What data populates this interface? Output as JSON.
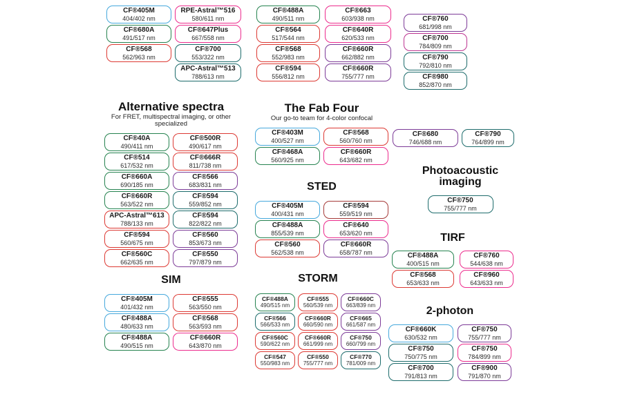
{
  "palette": {
    "blue": "#45A8DC",
    "green": "#25824F",
    "teal": "#1C6B6B",
    "red": "#DC3832",
    "darkred": "#A53A38",
    "pink": "#EC2A8C",
    "purple": "#7C3A97",
    "magenta": "#BC3390"
  },
  "groups": {
    "top1": {
      "columns": [
        [
          {
            "name": "CF®405M",
            "ex_em": "404/402 nm",
            "color": "blue"
          },
          {
            "name": "CF®680A",
            "ex_em": "491/517 nm",
            "color": "green"
          },
          {
            "name": "CF®568",
            "ex_em": "562/963 nm",
            "color": "red"
          }
        ]
      ]
    },
    "top2": {
      "columns": [
        [
          {
            "name": "RPE-Astral™516",
            "ex_em": "580/611 nm",
            "color": "pink"
          },
          {
            "name": "CF®647Plus",
            "ex_em": "667/558 nm",
            "color": "pink"
          },
          {
            "name": "CF®700",
            "ex_em": "553/322 nm",
            "color": "teal"
          },
          {
            "name": "APC-Astral™513",
            "ex_em": "788/613 nm",
            "color": "teal"
          }
        ]
      ]
    },
    "top3": {
      "columns": [
        [
          {
            "name": "CF®488A",
            "ex_em": "490/511 nm",
            "color": "green"
          },
          {
            "name": "CF®564",
            "ex_em": "517/544 nm",
            "color": "red"
          },
          {
            "name": "CF®568",
            "ex_em": "552/983 nm",
            "color": "red"
          },
          {
            "name": "CF®594",
            "ex_em": "556/812 nm",
            "color": "red"
          }
        ]
      ]
    },
    "top4": {
      "columns": [
        [
          {
            "name": "CF®663",
            "ex_em": "603/938 nm",
            "color": "pink"
          },
          {
            "name": "CF®640R",
            "ex_em": "620/533 nm",
            "color": "pink"
          },
          {
            "name": "CF®660R",
            "ex_em": "662/882 nm",
            "color": "purple"
          },
          {
            "name": "CF®660R",
            "ex_em": "755/777 nm",
            "color": "purple"
          }
        ]
      ]
    },
    "top5": {
      "columns": [
        [
          {
            "name": "CF®760",
            "ex_em": "681/998 nm",
            "color": "purple"
          },
          {
            "name": "CF®700",
            "ex_em": "784/809 nm",
            "color": "magenta"
          },
          {
            "name": "CF®790",
            "ex_em": "792/810 nm",
            "color": "teal"
          },
          {
            "name": "CF®980",
            "ex_em": "852/870 nm",
            "color": "teal"
          }
        ]
      ]
    },
    "alt": {
      "title": "Alternative spectra",
      "subtitle": "For FRET, multispectral imaging, or other specialized",
      "columns": [
        [
          {
            "name": "CF®40A",
            "ex_em": "490/411 nm",
            "color": "green"
          },
          {
            "name": "CF®514",
            "ex_em": "617/532 nm",
            "color": "green"
          },
          {
            "name": "CF®660A",
            "ex_em": "690/185 nm",
            "color": "green"
          },
          {
            "name": "CF®660R",
            "ex_em": "563/522 nm",
            "color": "green"
          },
          {
            "name": "APC-Astral™613",
            "ex_em": "788/133 nm",
            "color": "red"
          },
          {
            "name": "CF®594",
            "ex_em": "560/675 nm",
            "color": "red"
          },
          {
            "name": "CF®560C",
            "ex_em": "662/635 nm",
            "color": "red"
          }
        ],
        [
          {
            "name": "CF®500R",
            "ex_em": "490/617 nm",
            "color": "red"
          },
          {
            "name": "CF®666R",
            "ex_em": "811/738 nm",
            "color": "red"
          },
          {
            "name": "CF®566",
            "ex_em": "683/831 nm",
            "color": "purple"
          },
          {
            "name": "CF®594",
            "ex_em": "559/852 nm",
            "color": "teal"
          },
          {
            "name": "CF®594",
            "ex_em": "822/822 nm",
            "color": "teal"
          },
          {
            "name": "CF®560",
            "ex_em": "853/673 nm",
            "color": "purple"
          },
          {
            "name": "CF®550",
            "ex_em": "797/879 nm",
            "color": "purple"
          }
        ]
      ]
    },
    "fab": {
      "title": "The Fab Four",
      "subtitle": "Our go-to team for 4-color confocal",
      "columns": [
        [
          {
            "name": "CF®403M",
            "ex_em": "400/527 nm",
            "color": "blue"
          },
          {
            "name": "CF®468A",
            "ex_em": "560/925 nm",
            "color": "green"
          }
        ],
        [
          {
            "name": "CF®568",
            "ex_em": "560/760 nm",
            "color": "red"
          },
          {
            "name": "CF®660R",
            "ex_em": "643/682 nm",
            "color": "pink"
          }
        ]
      ]
    },
    "sted": {
      "title": "STED",
      "columns": [
        [
          {
            "name": "CF®405M",
            "ex_em": "400/431 nm",
            "color": "blue"
          },
          {
            "name": "CF®488A",
            "ex_em": "855/539 nm",
            "color": "green"
          },
          {
            "name": "CF®560",
            "ex_em": "562/538 nm",
            "color": "red"
          }
        ],
        [
          {
            "name": "CF®594",
            "ex_em": "559/519 nm",
            "color": "darkred"
          },
          {
            "name": "CF®640",
            "ex_em": "653/620 nm",
            "color": "pink"
          },
          {
            "name": "CF®660R",
            "ex_em": "658/787 nm",
            "color": "purple"
          }
        ]
      ]
    },
    "pair": {
      "columns": [
        [
          {
            "name": "CF®680",
            "ex_em": "746/688 nm",
            "color": "purple"
          }
        ],
        [
          {
            "name": "CF®790",
            "ex_em": "764/899 nm",
            "color": "teal"
          }
        ]
      ]
    },
    "photo": {
      "title": "Photoacoustic imaging",
      "columns": [
        [
          {
            "name": "CF®750",
            "ex_em": "755/777 nm",
            "color": "teal"
          }
        ]
      ]
    },
    "tirf": {
      "title": "TIRF",
      "columns": [
        [
          {
            "name": "CF®488A",
            "ex_em": "400/515 nm",
            "color": "green"
          },
          {
            "name": "CF®568",
            "ex_em": "653/633 nm",
            "color": "red"
          }
        ],
        [
          {
            "name": "CF®760",
            "ex_em": "544/638 nm",
            "color": "pink"
          },
          {
            "name": "CF®960",
            "ex_em": "643/633 nm",
            "color": "pink"
          }
        ]
      ]
    },
    "sim": {
      "title": "SIM",
      "columns": [
        [
          {
            "name": "CF®405M",
            "ex_em": "401/432 nm",
            "color": "blue"
          },
          {
            "name": "CF®488A",
            "ex_em": "480/633 nm",
            "color": "blue"
          },
          {
            "name": "CF®488A",
            "ex_em": "490/515 nm",
            "color": "green"
          }
        ],
        [
          {
            "name": "CF®555",
            "ex_em": "563/550 nm",
            "color": "red"
          },
          {
            "name": "CF®568",
            "ex_em": "563/593 nm",
            "color": "red"
          },
          {
            "name": "CF®660R",
            "ex_em": "643/870 nm",
            "color": "pink"
          }
        ]
      ]
    },
    "storm": {
      "title": "STORM",
      "columns": [
        [
          {
            "name": "CF®488A",
            "ex_em": "490/515 nm",
            "color": "green"
          },
          {
            "name": "CF®566",
            "ex_em": "566/533 nm",
            "color": "teal"
          },
          {
            "name": "CF®560C",
            "ex_em": "590/622 nm",
            "color": "red"
          },
          {
            "name": "CF®547",
            "ex_em": "550/983 nm",
            "color": "red"
          }
        ],
        [
          {
            "name": "CF®555",
            "ex_em": "560/539 nm",
            "color": "red"
          },
          {
            "name": "CF®660R",
            "ex_em": "660/590 nm",
            "color": "red"
          },
          {
            "name": "CF®660R",
            "ex_em": "661/999 nm",
            "color": "red"
          },
          {
            "name": "CF®550",
            "ex_em": "755/777 nm",
            "color": "red"
          }
        ],
        [
          {
            "name": "CF®660C",
            "ex_em": "663/839 nm",
            "color": "purple"
          },
          {
            "name": "CF®665",
            "ex_em": "661/587 nm",
            "color": "purple"
          },
          {
            "name": "CF®750",
            "ex_em": "660/799 nm",
            "color": "purple"
          },
          {
            "name": "CF®770",
            "ex_em": "781/009 nm",
            "color": "teal"
          }
        ]
      ]
    },
    "p2": {
      "title": "2-photon",
      "columns": [
        [
          {
            "name": "CF®660K",
            "ex_em": "630/532 nm",
            "color": "blue"
          },
          {
            "name": "CF®750",
            "ex_em": "750/775 nm",
            "color": "teal"
          },
          {
            "name": "CF®700",
            "ex_em": "791/813 nm",
            "color": "teal"
          }
        ],
        [
          {
            "name": "CF®750",
            "ex_em": "755/777 nm",
            "color": "purple"
          },
          {
            "name": "CF®750",
            "ex_em": "784/899 nm",
            "color": "pink"
          },
          {
            "name": "CF®900",
            "ex_em": "791/870 nm",
            "color": "purple"
          }
        ]
      ]
    }
  }
}
